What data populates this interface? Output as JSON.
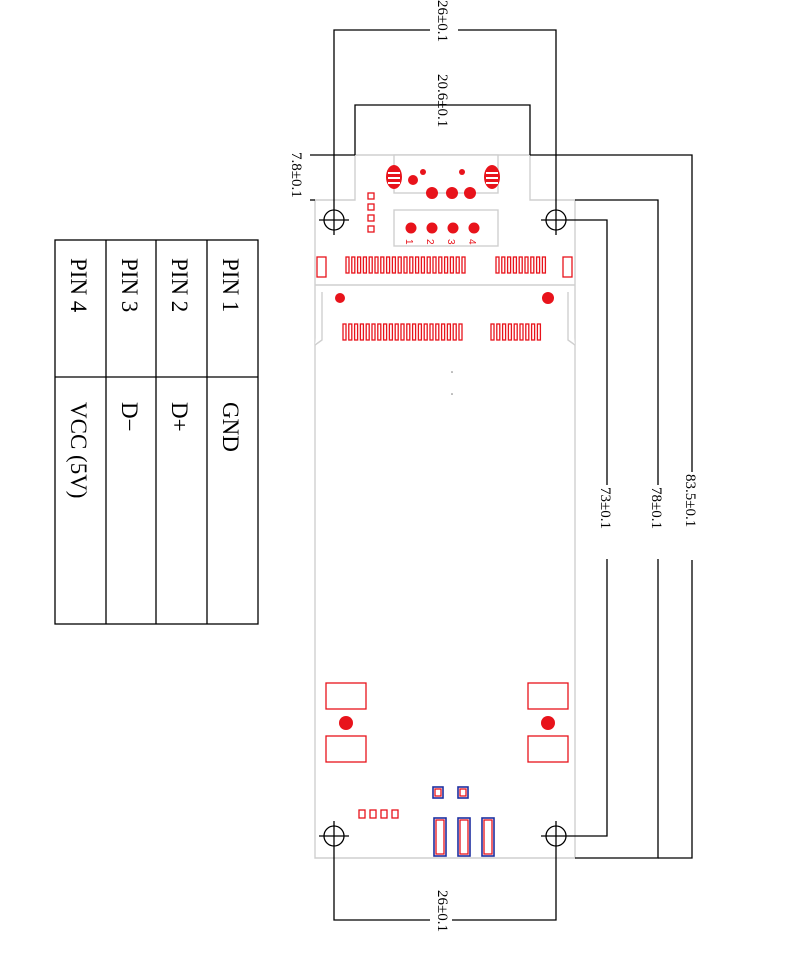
{
  "pin_table": {
    "rows": [
      {
        "pin": "PIN 1",
        "signal": "GND"
      },
      {
        "pin": "PIN 2",
        "signal": "D+"
      },
      {
        "pin": "PIN 3",
        "signal": "D−"
      },
      {
        "pin": "PIN 4",
        "signal": "VCC (5V)"
      }
    ]
  },
  "dimensions": {
    "top_outer_width": "26±0.1",
    "top_inner_width": "20.6±0.1",
    "top_offset": "7.8±0.1",
    "bottom_width": "26±0.1",
    "hole_spacing": "73±0.1",
    "length_mid": "78±0.1",
    "total_length": "83.5±0.1"
  },
  "connector_pins": [
    "1",
    "2",
    "3",
    "4"
  ],
  "colors": {
    "accent": "#e8131b",
    "outline": "#cfcfcf",
    "blue": "#1e2fa0"
  }
}
